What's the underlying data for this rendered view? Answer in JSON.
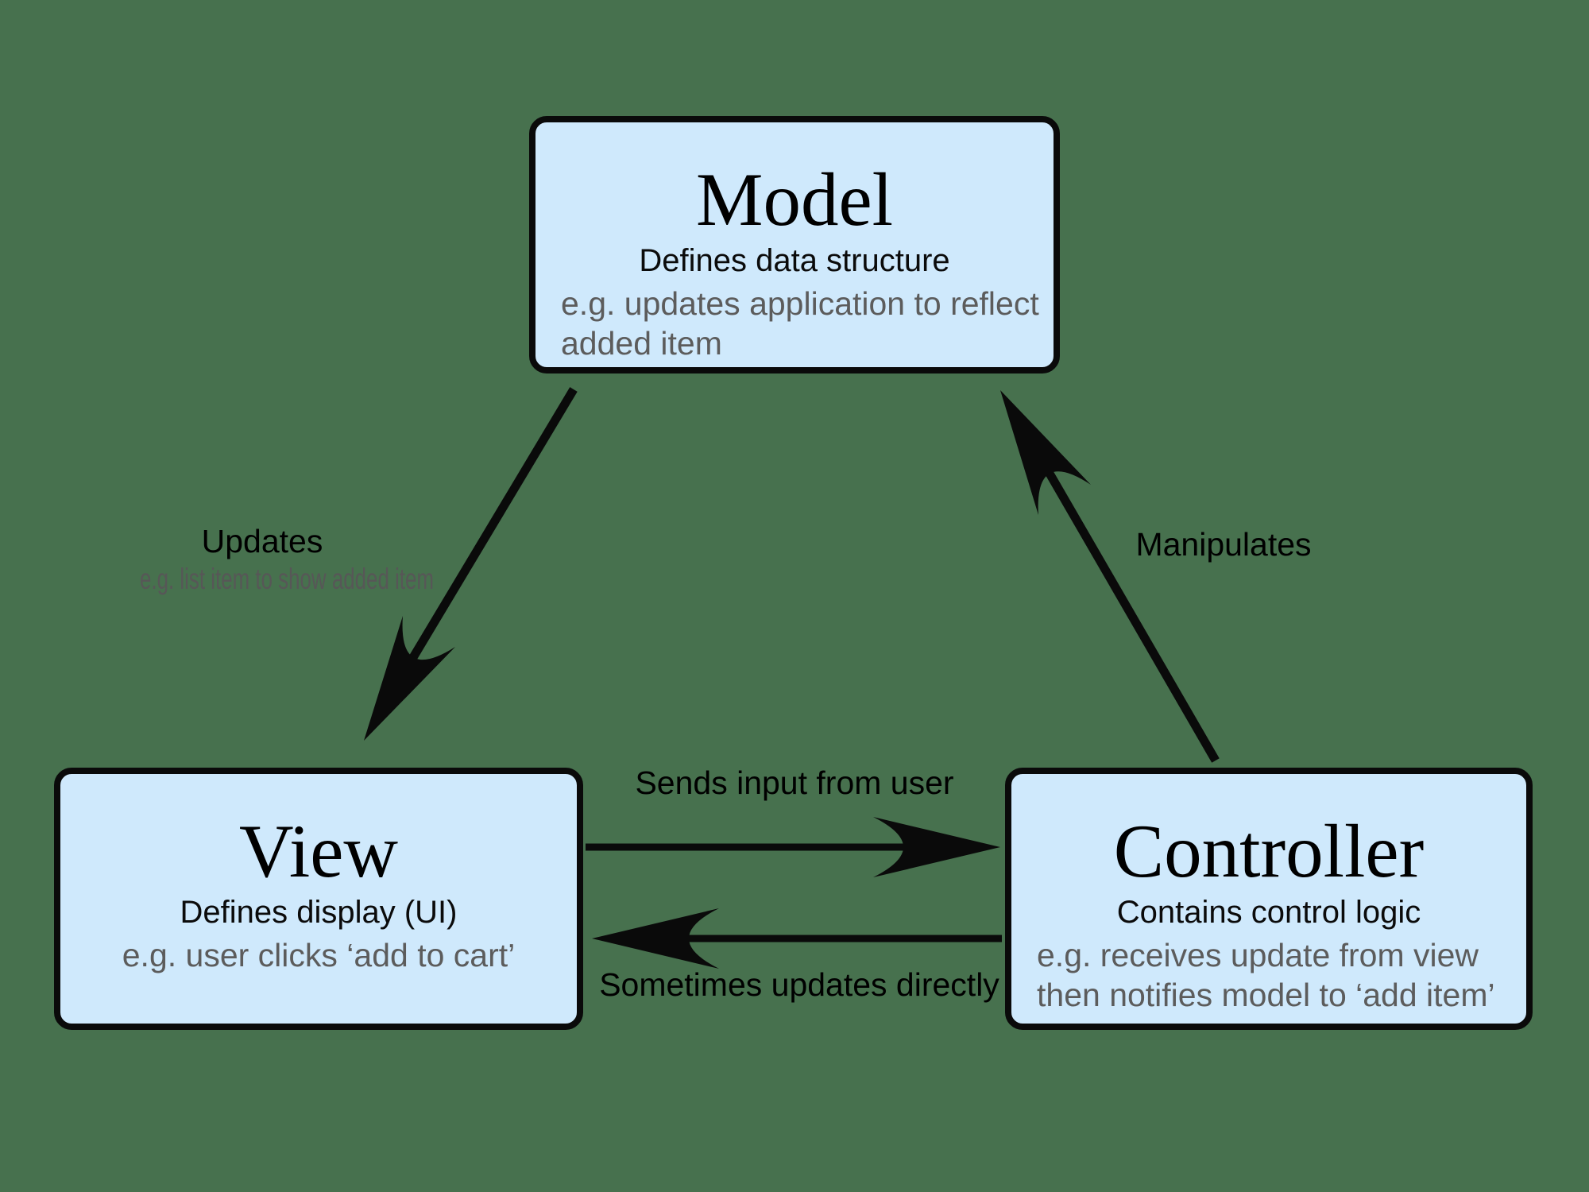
{
  "title": "Model-View-Controller diagram",
  "colors": {
    "background": "#47714E",
    "node_fill": "#CFE9FC",
    "node_border": "#0A0A0A",
    "arrow": "#0A0A0A",
    "title_text": "#000000",
    "subtitle_text": "#0B0B0B",
    "example_text": "#5C5C5C",
    "sublabel_text": "#575757"
  },
  "nodes": {
    "model": {
      "title": "Model",
      "subtitle": "Defines data structure",
      "example_line1": "e.g. updates application to reflect",
      "example_line2": "added item"
    },
    "view": {
      "title": "View",
      "subtitle": "Defines display (UI)",
      "example_line1": "e.g. user clicks ‘add to cart’"
    },
    "controller": {
      "title": "Controller",
      "subtitle": "Contains control logic",
      "example_line1": "e.g. receives update from view",
      "example_line2": "then notifies model to ‘add item’"
    }
  },
  "edges": {
    "model_to_view": {
      "label": "Updates",
      "sublabel": "e.g. list item to show added item"
    },
    "controller_to_model": {
      "label": "Manipulates"
    },
    "view_to_controller": {
      "label": "Sends input from user"
    },
    "controller_to_view": {
      "label": "Sometimes updates directly"
    }
  }
}
